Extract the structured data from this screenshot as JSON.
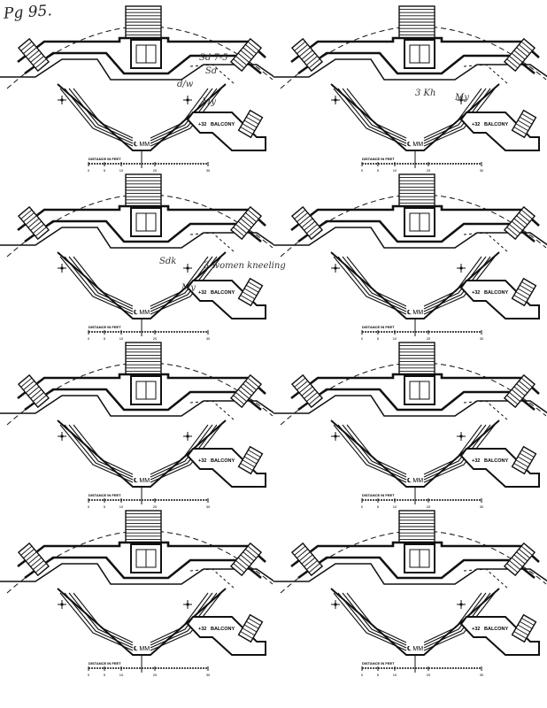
{
  "page_label": "Pg 95.",
  "plan_labels": {
    "balcony": "BALCONY",
    "elevation": "+32",
    "centerline": "℄ MM",
    "scale_title": "DISTANCE IN FEET",
    "scale_ticks": [
      "0",
      "5",
      "10",
      "20",
      "30"
    ]
  },
  "plans": [
    {
      "id": "plan-1",
      "notes": [
        "Sd 7-5",
        "Sd",
        "d/w",
        "My"
      ]
    },
    {
      "id": "plan-2",
      "notes": [
        "3 Kh",
        "My"
      ]
    },
    {
      "id": "plan-3",
      "notes": [
        "Sdk",
        "3 women kneeling",
        "My"
      ]
    },
    {
      "id": "plan-4",
      "notes": []
    },
    {
      "id": "plan-5",
      "notes": []
    },
    {
      "id": "plan-6",
      "notes": []
    },
    {
      "id": "plan-7",
      "notes": []
    },
    {
      "id": "plan-8",
      "notes": []
    }
  ]
}
